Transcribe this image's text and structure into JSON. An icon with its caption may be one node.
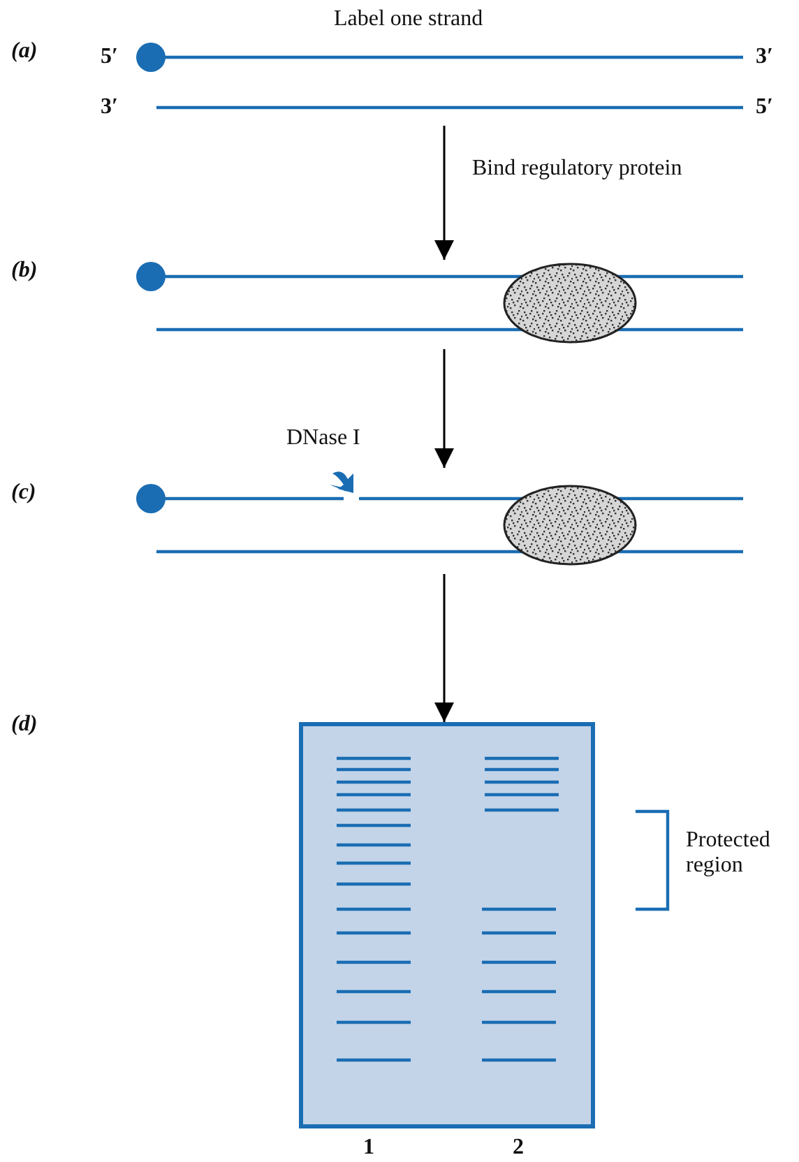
{
  "diagram": {
    "nodes": [
      {
        "text": [],
        "shape": "picture"
      },
      {
        "text": [],
        "shape": "picture"
      },
      {
        "text": [],
        "shape": "picture"
      },
      {
        "text": [],
        "shape": "box"
      }
    ],
    "edges": [
      {
        "from": 0,
        "to": 1,
        "arrow": "to",
        "label": "Bind regulatory protein"
      },
      {
        "from": 1,
        "to": 2,
        "arrow": "to"
      },
      {
        "from": 2,
        "to": 3,
        "arrow": "to"
      }
    ],
    "labels": [
      "(a)",
      "Label one strand",
      "5′",
      "3′",
      "3′",
      "5′",
      "(b)",
      "DNase I",
      "(c)",
      "(d)",
      "Protected region",
      "1",
      "2"
    ]
  }
}
